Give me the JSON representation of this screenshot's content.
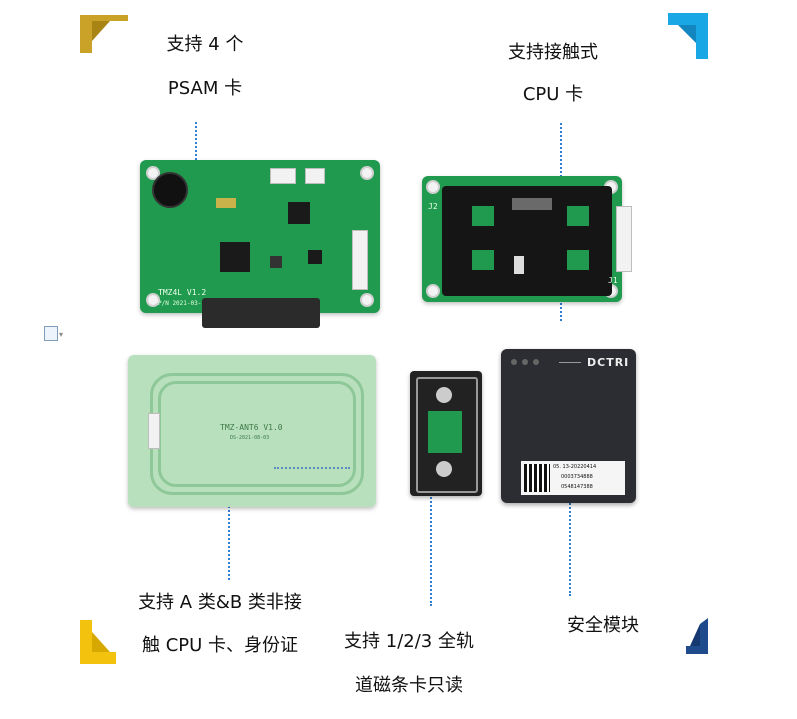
{
  "labels": {
    "psam_line1": "支持 4 个",
    "psam_line2": "PSAM 卡",
    "contact_line1": "支持接触式",
    "contact_line2": "CPU 卡",
    "rf_line1": "支持 A 类&B 类非接",
    "rf_line2": "触 CPU 卡、身份证",
    "mag_line1": "支持 1/2/3 全轨",
    "mag_line2": "道磁条卡只读",
    "sam_line1": "安全模块"
  },
  "board_text": {
    "main_board": "TMZ4L V1.2",
    "main_board_date": "P/N 2021-03-18",
    "antenna": "TMZ-ANT6 V1.0",
    "antenna_sub": "DS-2021-08-03",
    "contact_j2": "J2",
    "contact_j1": "J1",
    "module_brand": "DCTRI",
    "module_id1": "05. 13-20220414",
    "module_id2": "0003734888",
    "module_id3": "0548147388"
  },
  "colors": {
    "pcb_green": "#1f9a4e",
    "corner_gold": "#c9a227",
    "corner_cyan": "#1aa7e6",
    "corner_yellow": "#f2c20e",
    "corner_navy": "#1f4a8c",
    "dotted_line": "#2e7fd4"
  },
  "icons": [
    "doc-icon",
    "chevron-down-icon"
  ]
}
